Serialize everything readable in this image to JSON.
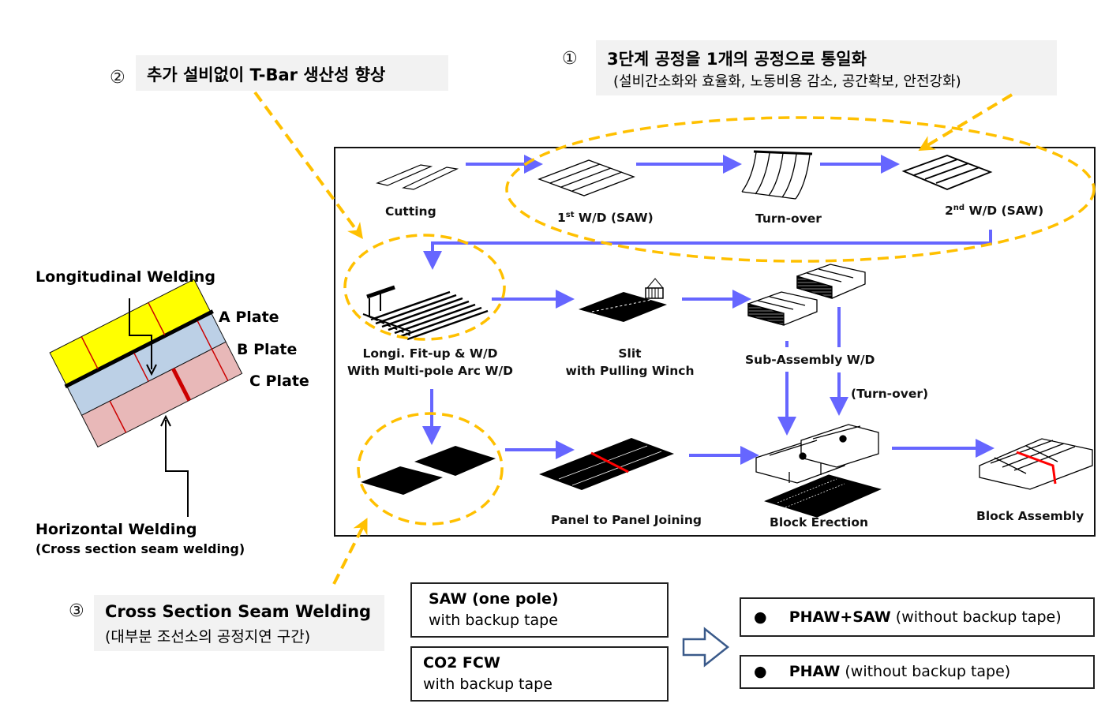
{
  "callouts": {
    "c1": {
      "number": "①",
      "title": "3단계 공정을 1개의 공정으로 통일화",
      "subtitle": "(설비간소화와 효율화, 노동비용 감소, 공간확보, 안전강화)"
    },
    "c2": {
      "number": "②",
      "title": "추가 설비없이 T-Bar 생산성 향상"
    },
    "c3": {
      "number": "③",
      "title": "Cross Section Seam Welding",
      "subtitle": "(대부분 조선소의 공정지연 구간)"
    }
  },
  "plate_diagram": {
    "longitudinal_label": "Longitudinal Welding",
    "plates": [
      "A Plate",
      "B Plate",
      "C Plate"
    ],
    "plate_colors": {
      "a": "#ffff00",
      "b": "#bcd0e6",
      "c": "#e8b8b8"
    },
    "horizontal_label": "Horizontal Welding",
    "horizontal_sub": "(Cross section seam welding)"
  },
  "flow": {
    "steps": {
      "cutting": "Cutting",
      "wd1_pre": "1",
      "wd1_sup": "st",
      "wd1_post": " W/D (SAW)",
      "turnover": "Turn-over",
      "wd2_pre": "2",
      "wd2_sup": "nd",
      "wd2_post": " W/D (SAW)",
      "longi_line1": "Longi. Fit-up & W/D",
      "longi_line2": "With Multi-pole Arc W/D",
      "slit_line1": "Slit",
      "slit_line2": "with Pulling Winch",
      "subassembly": "Sub-Assembly W/D",
      "turnover2": "(Turn-over)",
      "panel_joining": "Panel to Panel Joining",
      "block_erection": "Block Erection",
      "block_assembly": "Block Assembly"
    },
    "colors": {
      "arrow": "#6666ff",
      "highlight": "#ffc000",
      "weld": "#ff0000"
    }
  },
  "comparison": {
    "before": [
      {
        "title": "SAW (one pole)",
        "sub": "with backup tape"
      },
      {
        "title": "CO2 FCW",
        "sub": "with backup tape"
      }
    ],
    "arrow_color": "#3a5a8a",
    "after": [
      {
        "bullet": "●",
        "title": "PHAW+SAW",
        "sub": " (without backup tape)"
      },
      {
        "bullet": "●",
        "title": "PHAW",
        "sub": " (without backup tape)"
      }
    ]
  }
}
